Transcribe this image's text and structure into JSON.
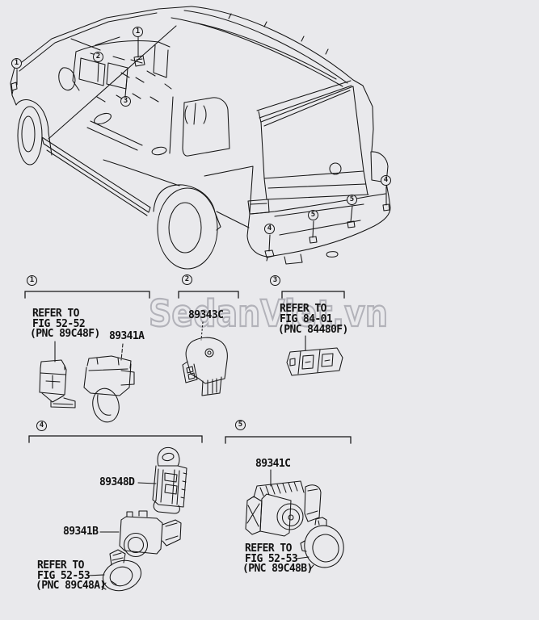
{
  "watermark": {
    "text": "SedanViet.vn"
  },
  "vehicle_callouts": [
    "1",
    "1",
    "2",
    "3",
    "4",
    "5",
    "5",
    "4"
  ],
  "sections": [
    {
      "num": "1",
      "refer_note": [
        "REFER TO",
        "FIG 52-52",
        "(PNC 89C48F)"
      ],
      "part_number": "89341A"
    },
    {
      "num": "2",
      "part_number": "89343C"
    },
    {
      "num": "3",
      "refer_note": [
        "REFER TO",
        "FIG 84-01",
        "(PNC 84480F)"
      ]
    },
    {
      "num": "4",
      "retainer_part_number": "89348D",
      "part_number": "89341B",
      "refer_note": [
        "REFER TO",
        "FIG 52-53",
        "(PNC 89C48A)"
      ]
    },
    {
      "num": "5",
      "part_number": "89341C",
      "refer_note": [
        "REFER TO",
        "FIG 52-53",
        "(PNC 89C48B)"
      ]
    }
  ]
}
